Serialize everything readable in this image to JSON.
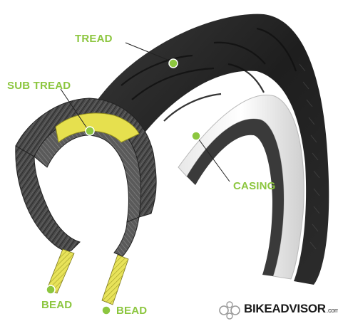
{
  "labels": {
    "tread": "TREAD",
    "sub_tread": "SUB TREAD",
    "casing": "CASING",
    "bead_left": "BEAD",
    "bead_right": "BEAD"
  },
  "brand": {
    "name": "BIKEADVISOR",
    "suffix": ".com"
  },
  "colors": {
    "accent_green": "#8cc63f",
    "bead_yellow": "#e8e35a",
    "tire_dark": "#2a2a2a",
    "sidewall_gray": "#cfcfcf"
  }
}
